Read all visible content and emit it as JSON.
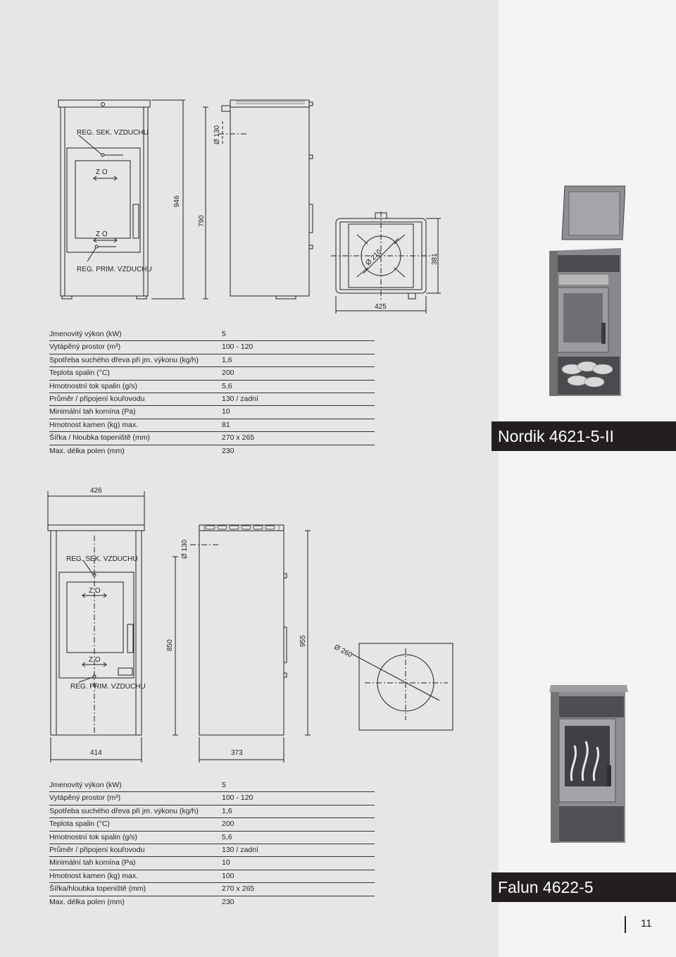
{
  "page_number": "11",
  "products": [
    {
      "name": "Nordik 4621-5-II",
      "labels": {
        "reg_sek": "REG. SEK. VZDUCHU",
        "reg_prim": "REG. PRIM. VZDUCHU",
        "zo": "Z  O",
        "dim_height": "946",
        "dim_height_inner": "790",
        "dim_flue": "Ø 130",
        "dim_top_diameter": "Ø 210",
        "dim_top_width": "425",
        "dim_top_depth": "381"
      },
      "specs": [
        {
          "label": "Jmenovitý výkon (kW)",
          "value": "5"
        },
        {
          "label": "Vytápěný prostor (m³)",
          "value": "100 - 120"
        },
        {
          "label": "Spotřeba suchého dřeva při jm. výkonu (kg/h)",
          "value": "1,6"
        },
        {
          "label": "Teplota spalin (°C)",
          "value": "200"
        },
        {
          "label": "Hmotnostní tok spalin (g/s)",
          "value": "5,6"
        },
        {
          "label": "Průměr / připojení kouřovodu",
          "value": "130 / zadní"
        },
        {
          "label": "Minimální tah komína (Pa)",
          "value": "10"
        },
        {
          "label": "Hmotnost kamen (kg) max.",
          "value": "81"
        },
        {
          "label": "Šířka / hloubka topeniště (mm)",
          "value": "270 x 265"
        },
        {
          "label": "Max. délka polen (mm)",
          "value": "230"
        }
      ]
    },
    {
      "name": "Falun 4622-5",
      "labels": {
        "reg_sek": "REG. SEK. VZDUCHU",
        "reg_prim": "REG. PRIM. VZDUCHU",
        "zo": "Z  O",
        "dim_width_top": "426",
        "dim_width_bottom": "414",
        "dim_depth": "373",
        "dim_height_inner": "850",
        "dim_height": "955",
        "dim_flue": "Ø 130",
        "dim_top_diameter": "Ø 260"
      },
      "specs": [
        {
          "label": "Jmenovitý výkon (kW)",
          "value": "5"
        },
        {
          "label": "Vytápěný prostor (m³)",
          "value": "100 - 120"
        },
        {
          "label": "Spotřeba suchého dřeva při jm. výkonu (kg/h)",
          "value": "1,6"
        },
        {
          "label": "Teplota spalin (°C)",
          "value": "200"
        },
        {
          "label": "Hmotnostní tok spalin (g/s)",
          "value": "5,6"
        },
        {
          "label": "Průměr / připojení kouřovodu",
          "value": "130 / zadní"
        },
        {
          "label": "Minimální tah komína (Pa)",
          "value": "10"
        },
        {
          "label": "Hmotnost kamen (kg) max.",
          "value": "100"
        },
        {
          "label": "Šířka/hloubka topeniště (mm)",
          "value": "270 x 265"
        },
        {
          "label": "Max. délka polen (mm)",
          "value": "230"
        }
      ]
    }
  ]
}
